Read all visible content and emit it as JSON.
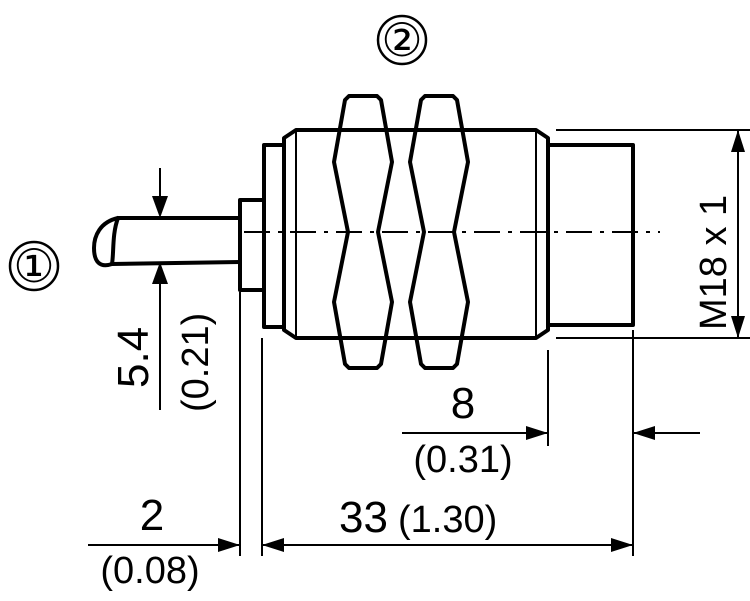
{
  "callouts": {
    "cable": "①",
    "nuts": "②"
  },
  "dimensions": {
    "cable_diameter": {
      "mm": "5.4",
      "inch": "(0.21)"
    },
    "housing_offset": {
      "mm": "2",
      "inch": "(0.08)"
    },
    "housing_length": {
      "mm": "33",
      "inch": "(1.30)"
    },
    "front_length": {
      "mm": "8",
      "inch": "(0.31)"
    },
    "thread": "M18 x 1"
  }
}
